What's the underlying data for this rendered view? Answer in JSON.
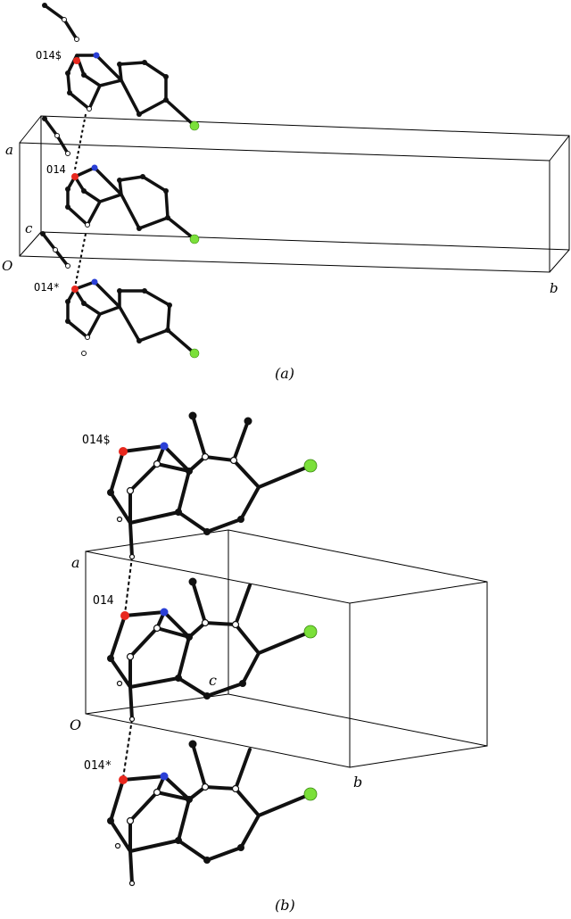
{
  "panels": [
    {
      "id": "a",
      "caption": "(a)",
      "atom_labels": [
        "O14$",
        "O14",
        "O14*"
      ],
      "axis_labels": {
        "a": "a",
        "c": "c",
        "origin": "O",
        "b": "b"
      }
    },
    {
      "id": "b",
      "caption": "(b)",
      "atom_labels": [
        "O14$",
        "O14",
        "O14*"
      ],
      "axis_labels": {
        "a": "a",
        "c": "c",
        "origin": "O",
        "b": "b"
      }
    }
  ],
  "colors": {
    "oxygen": "#e8281e",
    "nitrogen": "#2a3fd6",
    "chlorine": "#7be03a",
    "carbon": "#111111",
    "bond": "#111111",
    "cell": "#000000"
  }
}
